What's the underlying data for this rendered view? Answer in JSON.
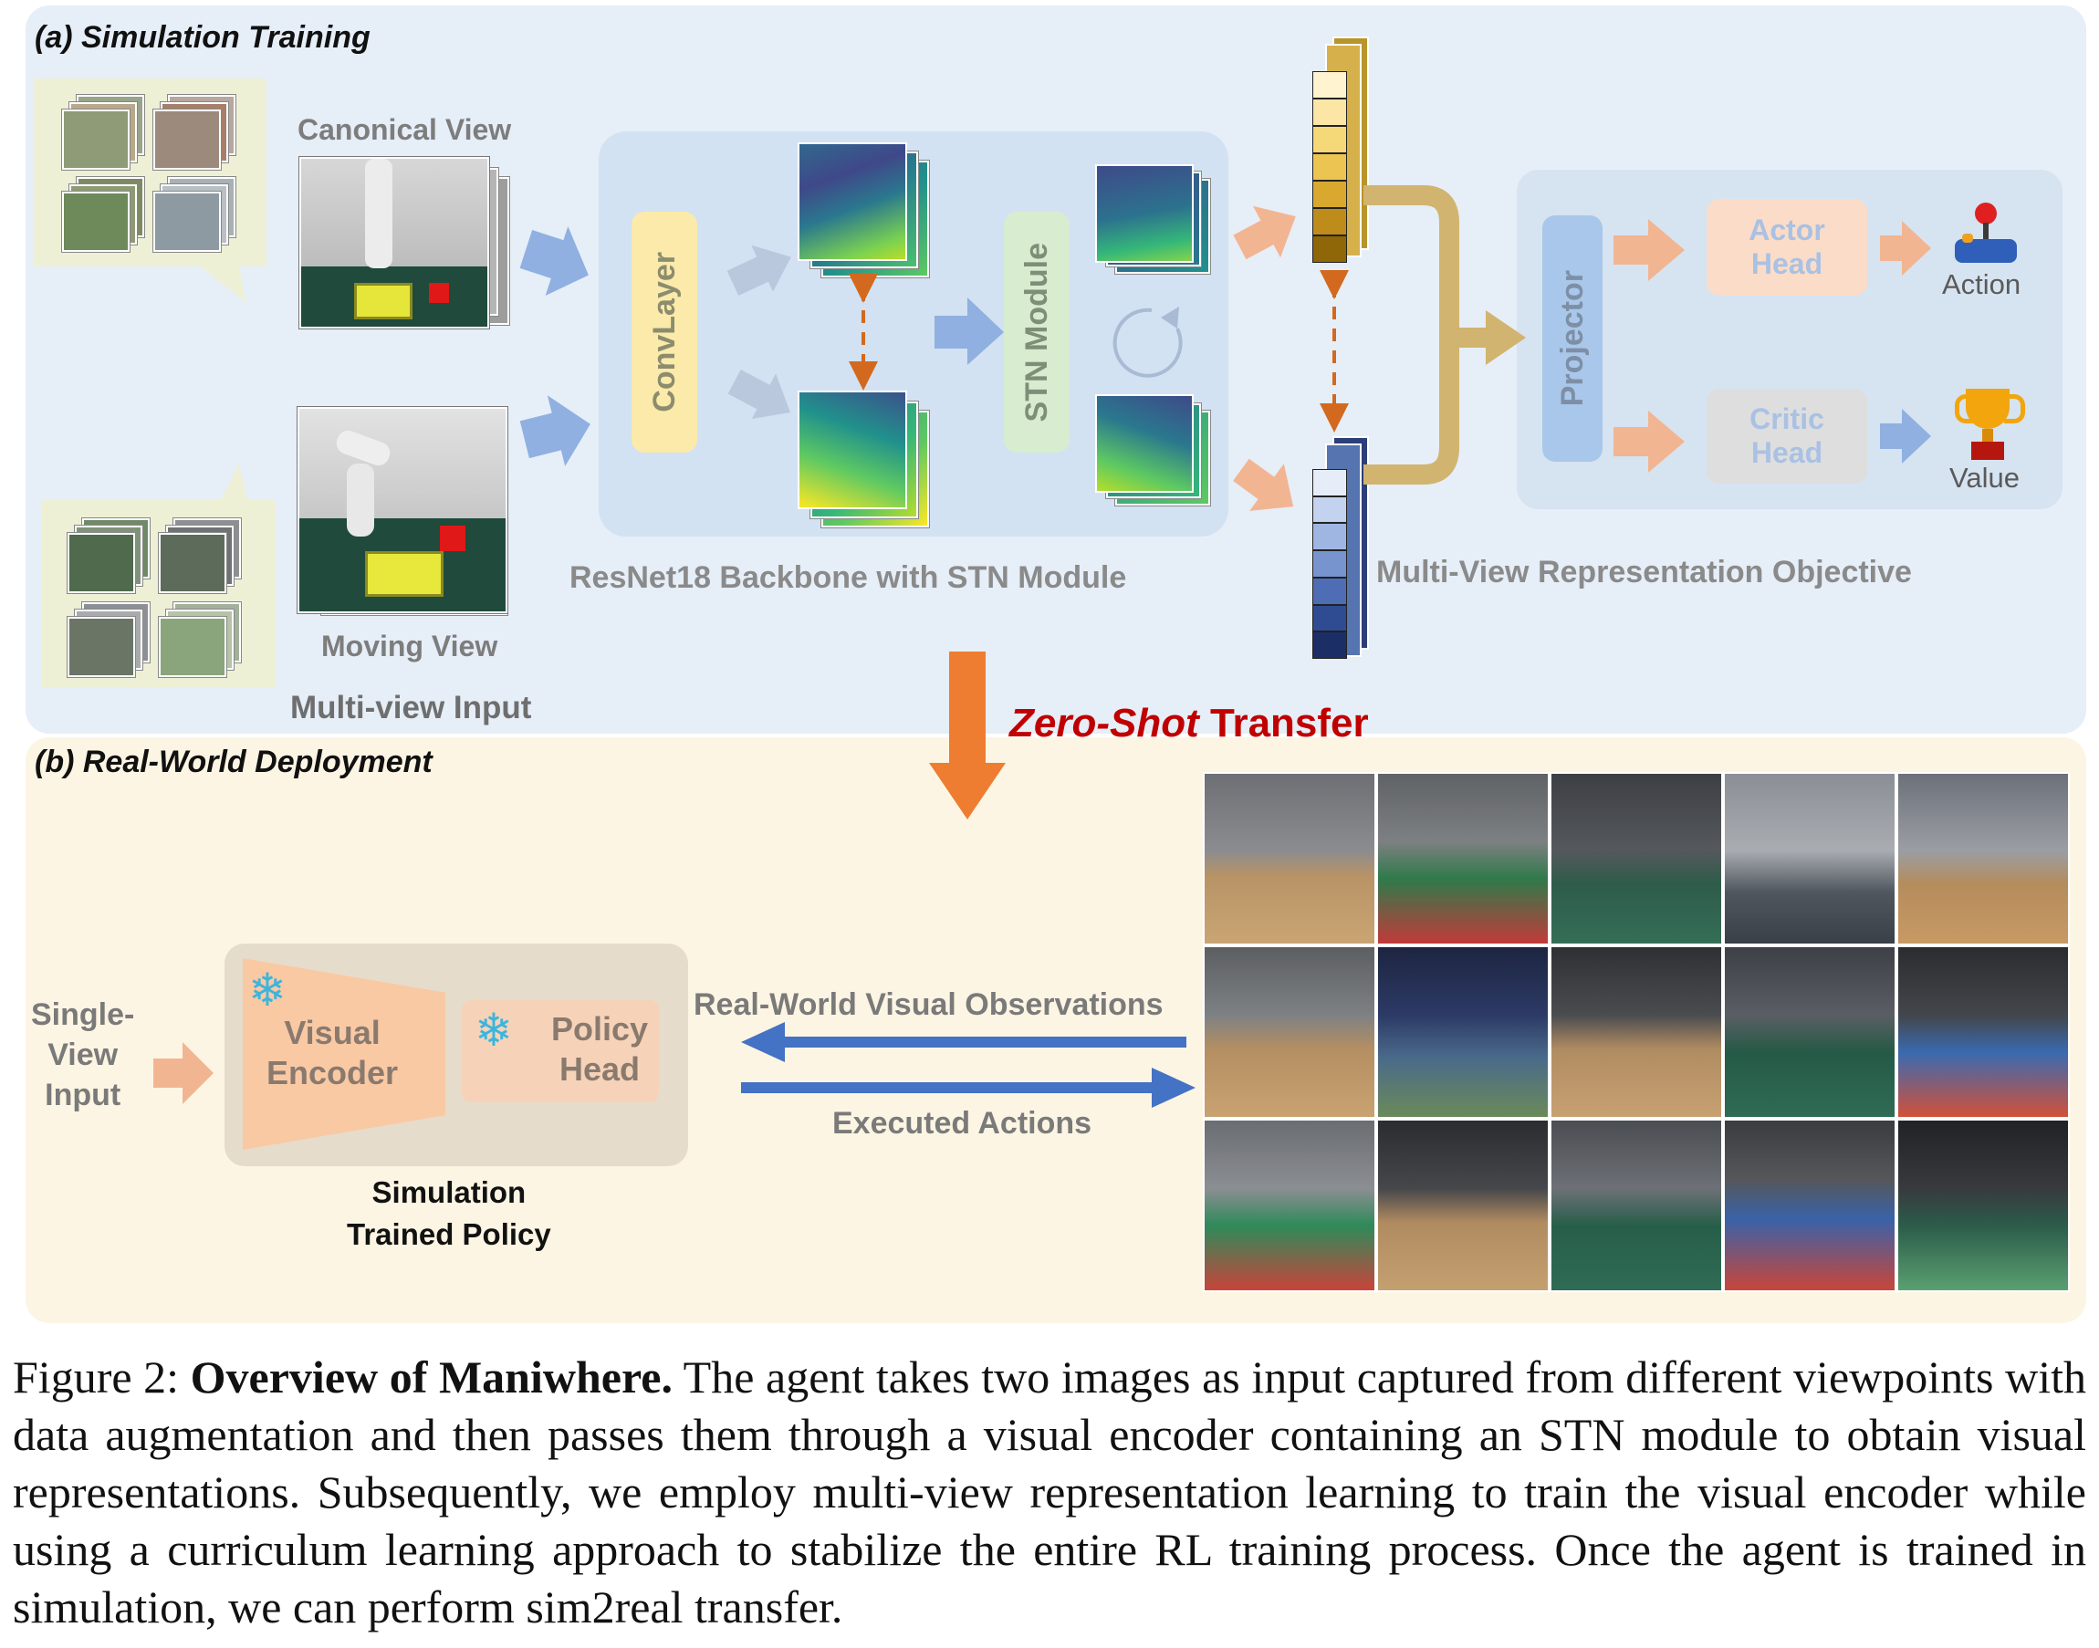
{
  "section_a": {
    "title": "(a) Simulation Training"
  },
  "section_b": {
    "title": "(b) Real-World Deployment"
  },
  "canonical_view": "Canonical View",
  "moving_view": "Moving View",
  "multi_view_input": "Multi-view Input",
  "conv_layer": "ConvLayer",
  "stn_module": "STN Module",
  "backbone_label": "ResNet18 Backbone with STN Module",
  "projector": "Projector",
  "actor_head": "Actor\nHead",
  "critic_head": "Critic\nHead",
  "action": "Action",
  "value": "Value",
  "objective_label": "Multi-View Representation Objective",
  "transfer": {
    "emph": "Zero-Shot",
    "rest": " Transfer"
  },
  "single_view_input": "Single-\nView\nInput",
  "visual_encoder": "Visual\nEncoder",
  "policy_head": "Policy\nHead",
  "trained_policy": "Simulation\nTrained Policy",
  "real_obs": "Real-World Visual Observations",
  "executed_actions": "Executed Actions",
  "caption": {
    "figure": "Figure 2:",
    "title": "Overview of Maniwhere.",
    "body": "The agent takes two images as input captured from different viewpoints with data augmentation and then passes them through a visual encoder containing an STN module to obtain visual representations. Subsequently, we employ multi-view representation learning to train the visual encoder while using a curriculum learning approach to stabilize the entire RL training process. Once the agent is trained in simulation, we can perform sim2real transfer."
  },
  "colors": {
    "panel_a": "#e6eef8",
    "panel_b": "#fdf5e3",
    "conv": "#fbeaa9",
    "stn": "#d8ecd0",
    "projector": "#a9c7ea",
    "actor": "#fbdcc8",
    "critic": "#dedede",
    "arrow_blue": "#8fb0e0",
    "arrow_orange": "#f2b592",
    "transfer_arrow": "#ee7d31",
    "zero_shot_red": "#c00000",
    "real_arrow": "#4472c4"
  }
}
